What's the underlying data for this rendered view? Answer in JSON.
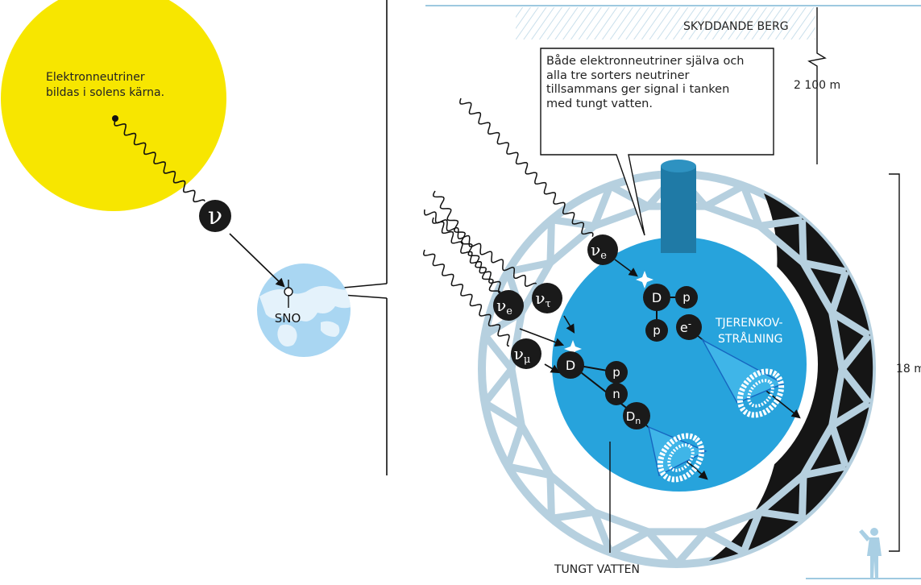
{
  "colors": {
    "sun": "#f7e600",
    "earth": "#a9d6f2",
    "earth_land": "#e9f4fb",
    "heavy_water": "#27a3dc",
    "pipe": "#1f7aa6",
    "geodesic": "#b6d0df",
    "black_panel": "#151515",
    "rock_line": "#9ec9e0",
    "particle": "#1a1a1a",
    "cherenkov": "#1666c0"
  },
  "sun": {
    "text_line1": "Elektronneutriner",
    "text_line2": "bildas i solens kärna.",
    "neutrino_symbol": "ν"
  },
  "earth": {
    "label": "SNO"
  },
  "rock": {
    "label": "SKYDDANDE BERG",
    "depth_label": "2 100 m"
  },
  "callout": {
    "text": "Både elektronneutriner själva och alla tre sorters neutriner tillsammans ger signal i tanken med tungt vatten."
  },
  "detector": {
    "height_label": "18 m",
    "heavy_water_label": "TUNGT VATTEN",
    "cherenkov_label_line1": "TJERENKOV-",
    "cherenkov_label_line2": "STRÅLNING"
  },
  "particles": {
    "nu_e_top": {
      "base": "ν",
      "sub": "e"
    },
    "nu_e_left": {
      "base": "ν",
      "sub": "e"
    },
    "nu_tau": {
      "base": "ν",
      "sub": "τ"
    },
    "nu_mu": {
      "base": "ν",
      "sub": "μ"
    },
    "D_upper": {
      "base": "D"
    },
    "p_upper_right": {
      "base": "p"
    },
    "p_upper_bottom": {
      "base": "p"
    },
    "electron": {
      "base": "e",
      "sup": "-"
    },
    "D_lower": {
      "base": "D"
    },
    "p_lower": {
      "base": "p"
    },
    "n_lower": {
      "base": "n"
    },
    "Dn": {
      "base": "D",
      "sub": "n"
    }
  }
}
